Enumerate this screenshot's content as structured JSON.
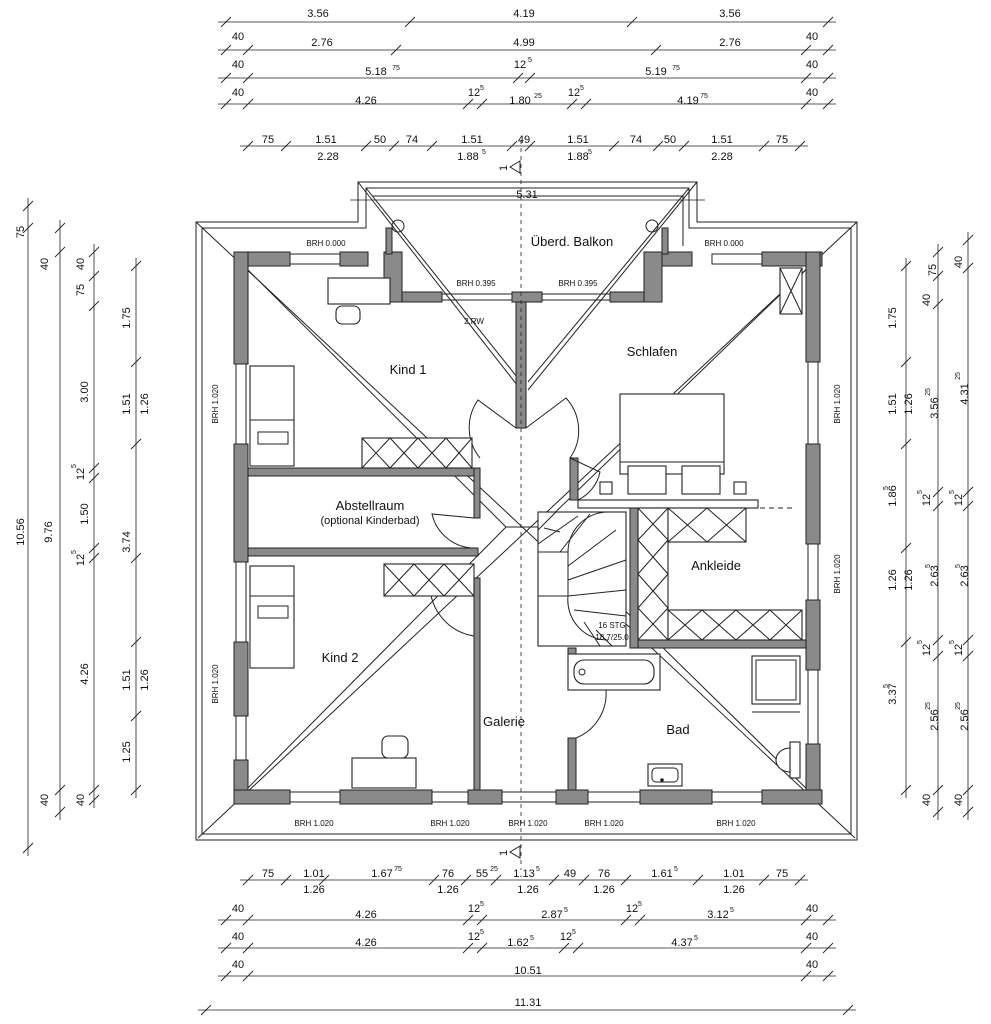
{
  "rooms": {
    "balkon": "Überd. Balkon",
    "kind1": "Kind 1",
    "schlafen": "Schlafen",
    "abstell": "Abstellraum",
    "abstell_sub": "(optional Kinderbad)",
    "ankleide": "Ankleide",
    "kind2": "Kind 2",
    "galerie": "Galerie",
    "bad": "Bad"
  },
  "labels": {
    "brh_top_left": "BRH 0.000",
    "brh_top_right": "BRH 0.000",
    "brh_balk_left": "BRH 0.395",
    "brh_balk_right": "BRH 0.395",
    "rw": "2.RW",
    "brh_left_top": "BRH 1.020",
    "brh_left_bottom": "BRH 1.020",
    "brh_right_top": "BRH 1.020",
    "brh_right_bottom": "BRH 1.020",
    "brh_b1": "BRH 1.020",
    "brh_b2": "BRH 1.020",
    "brh_b3": "BRH 1.020",
    "brh_b4": "BRH 1.020",
    "brh_b5": "BRH 1.020",
    "stair1": "16 STG",
    "stair2": "18.7/25.0",
    "section": "1"
  },
  "dims": {
    "top": [
      [
        "3.56",
        "4.19",
        "3.56"
      ],
      [
        "40",
        "2.76",
        "4.99",
        "2.76",
        "40"
      ],
      [
        "40",
        "5.18",
        "75",
        "12",
        "5",
        "5.19",
        "75",
        "40"
      ],
      [
        "40",
        "4.26",
        "12",
        "5",
        "1.80",
        "25",
        "12",
        "5",
        "4.19",
        "75",
        "40"
      ],
      [
        "75",
        "1.51",
        "50",
        "74",
        "1.51",
        "49",
        "1.51",
        "74",
        "50",
        "1.51",
        "75"
      ],
      [
        "2.28",
        "1.88",
        "5",
        "1.88",
        "5",
        "2.28"
      ],
      [
        "5.31"
      ]
    ],
    "bottom": [
      [
        "75",
        "1.01",
        "1.67",
        "75",
        "76",
        "55",
        "25",
        "1.13",
        "5",
        "49",
        "76",
        "1.61",
        "5",
        "1.01",
        "75"
      ],
      [
        "1.26",
        "1.26",
        "1.26",
        "1.26",
        "1.26"
      ],
      [
        "40",
        "4.26",
        "12",
        "5",
        "2.87",
        "5",
        "12",
        "5",
        "3.12",
        "5",
        "40"
      ],
      [
        "40",
        "4.26",
        "12",
        "5",
        "1.62",
        "5",
        "12",
        "5",
        "4.37",
        "5",
        "40"
      ],
      [
        "40",
        "10.51",
        "40"
      ],
      [
        "11.31"
      ]
    ],
    "left": [
      [
        "75",
        "10.56"
      ],
      [
        "40",
        "9.76",
        "40"
      ],
      [
        "40",
        "75",
        "3.00",
        "12",
        "5",
        "1.50",
        "12",
        "5",
        "4.26",
        "40"
      ],
      [
        "1.75",
        "1.51",
        "3.74",
        "1.51",
        "1.25"
      ],
      [
        "1.26",
        "1.26"
      ]
    ],
    "right": [
      [
        "1.75",
        "1.51",
        "1.86",
        "5",
        "1.26",
        "3.37",
        "5"
      ],
      [
        "1.26",
        "1.26"
      ],
      [
        "75",
        "40",
        "3.56",
        "25",
        "12",
        "5",
        "2.63",
        "5",
        "12",
        "5",
        "2.56",
        "25",
        "40"
      ],
      [
        "40",
        "4.31",
        "25",
        "12",
        "5",
        "2.63",
        "5",
        "12",
        "5",
        "2.56",
        "25",
        "40"
      ]
    ]
  }
}
